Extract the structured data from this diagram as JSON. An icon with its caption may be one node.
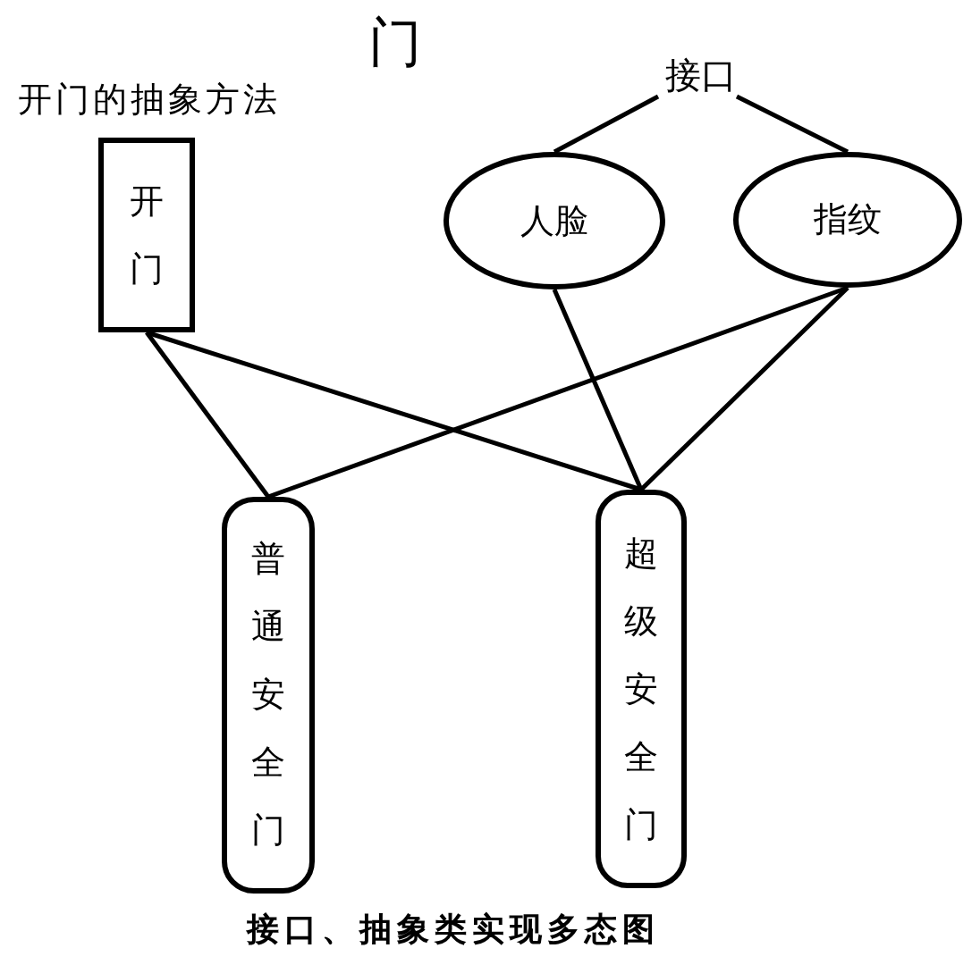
{
  "diagram": {
    "title": "门",
    "caption": "接口、抽象类实现多态图",
    "nodes": [
      {
        "text": [
          "开门"
        ],
        "beside": [
          "开门的抽象方法"
        ]
      },
      {
        "text": [
          "接口"
        ]
      },
      {
        "text": [
          "人脸"
        ]
      },
      {
        "text": [
          "指纹"
        ]
      },
      {
        "text": [
          "普通安全门"
        ]
      },
      {
        "text": [
          "超级安全门"
        ]
      }
    ],
    "edges": [
      {
        "from": 1,
        "to": 2,
        "arrow": "none"
      },
      {
        "from": 1,
        "to": 3,
        "arrow": "none"
      },
      {
        "from": 0,
        "to": 4,
        "arrow": "none"
      },
      {
        "from": 0,
        "to": 5,
        "arrow": "none"
      },
      {
        "from": 3,
        "to": 4,
        "arrow": "none"
      },
      {
        "from": 2,
        "to": 5,
        "arrow": "none"
      },
      {
        "from": 3,
        "to": 5,
        "arrow": "none"
      }
    ]
  }
}
